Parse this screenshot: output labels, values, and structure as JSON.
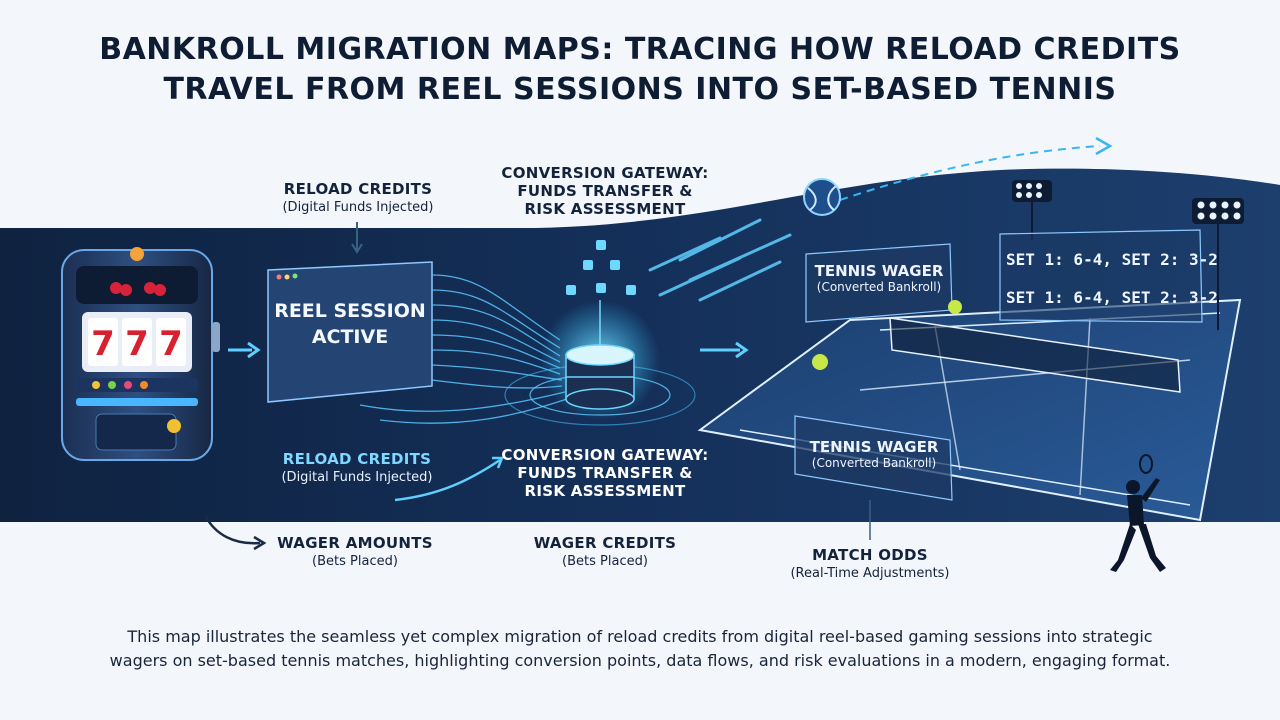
{
  "title": {
    "line1": "BANKROLL MIGRATION MAPS: TRACING HOW RELOAD CREDITS",
    "line2": "TRAVEL FROM REEL SESSIONS INTO SET-BASED TENNIS"
  },
  "labels": {
    "reload_top": {
      "head": "RELOAD CREDITS",
      "sub": "(Digital Funds Injected)"
    },
    "gateway_top": {
      "line1": "CONVERSION GATEWAY:",
      "line2": "FUNDS TRANSFER &",
      "line3": "RISK ASSESSMENT"
    },
    "reload_bottom": {
      "head": "RELOAD CREDITS",
      "sub": "(Digital Funds Injected)"
    },
    "gateway_bottom": {
      "line1": "CONVERSION GATEWAY:",
      "line2": "FUNDS TRANSFER &",
      "line3": "RISK ASSESSMENT"
    },
    "wager_amounts": {
      "head": "WAGER AMOUNTS",
      "sub": "(Bets Placed)"
    },
    "wager_credits": {
      "head": "WAGER CREDITS",
      "sub": "(Bets Placed)"
    },
    "match_odds": {
      "head": "MATCH ODDS",
      "sub": "(Real-Time Adjustments)"
    }
  },
  "reel_panel": {
    "line1": "REEL SESSION",
    "line2": "ACTIVE"
  },
  "slot": {
    "reels": [
      "7",
      "7",
      "7"
    ]
  },
  "tennis": {
    "wager_top": {
      "head": "TENNIS WAGER",
      "sub": "(Converted Bankroll)"
    },
    "wager_bottom": {
      "head": "TENNIS WAGER",
      "sub": "(Converted Bankroll)"
    },
    "score1": "SET 1: 6-4, SET 2: 3-2",
    "score2": "SET 1: 6-4, SET 2: 3-2"
  },
  "description": {
    "line1": "This map illustrates the seamless yet complex migration of reload credits from digital reel-based gaming sessions into strategic",
    "line2": "wagers on set-based tennis matches, highlighting conversion points, data flows, and risk evaluations in a modern, engaging format."
  },
  "colors": {
    "band_dark": "#0f2240",
    "band_mid": "#1d3f6e",
    "accent": "#2ec4ff",
    "court": "#1f4d86"
  }
}
